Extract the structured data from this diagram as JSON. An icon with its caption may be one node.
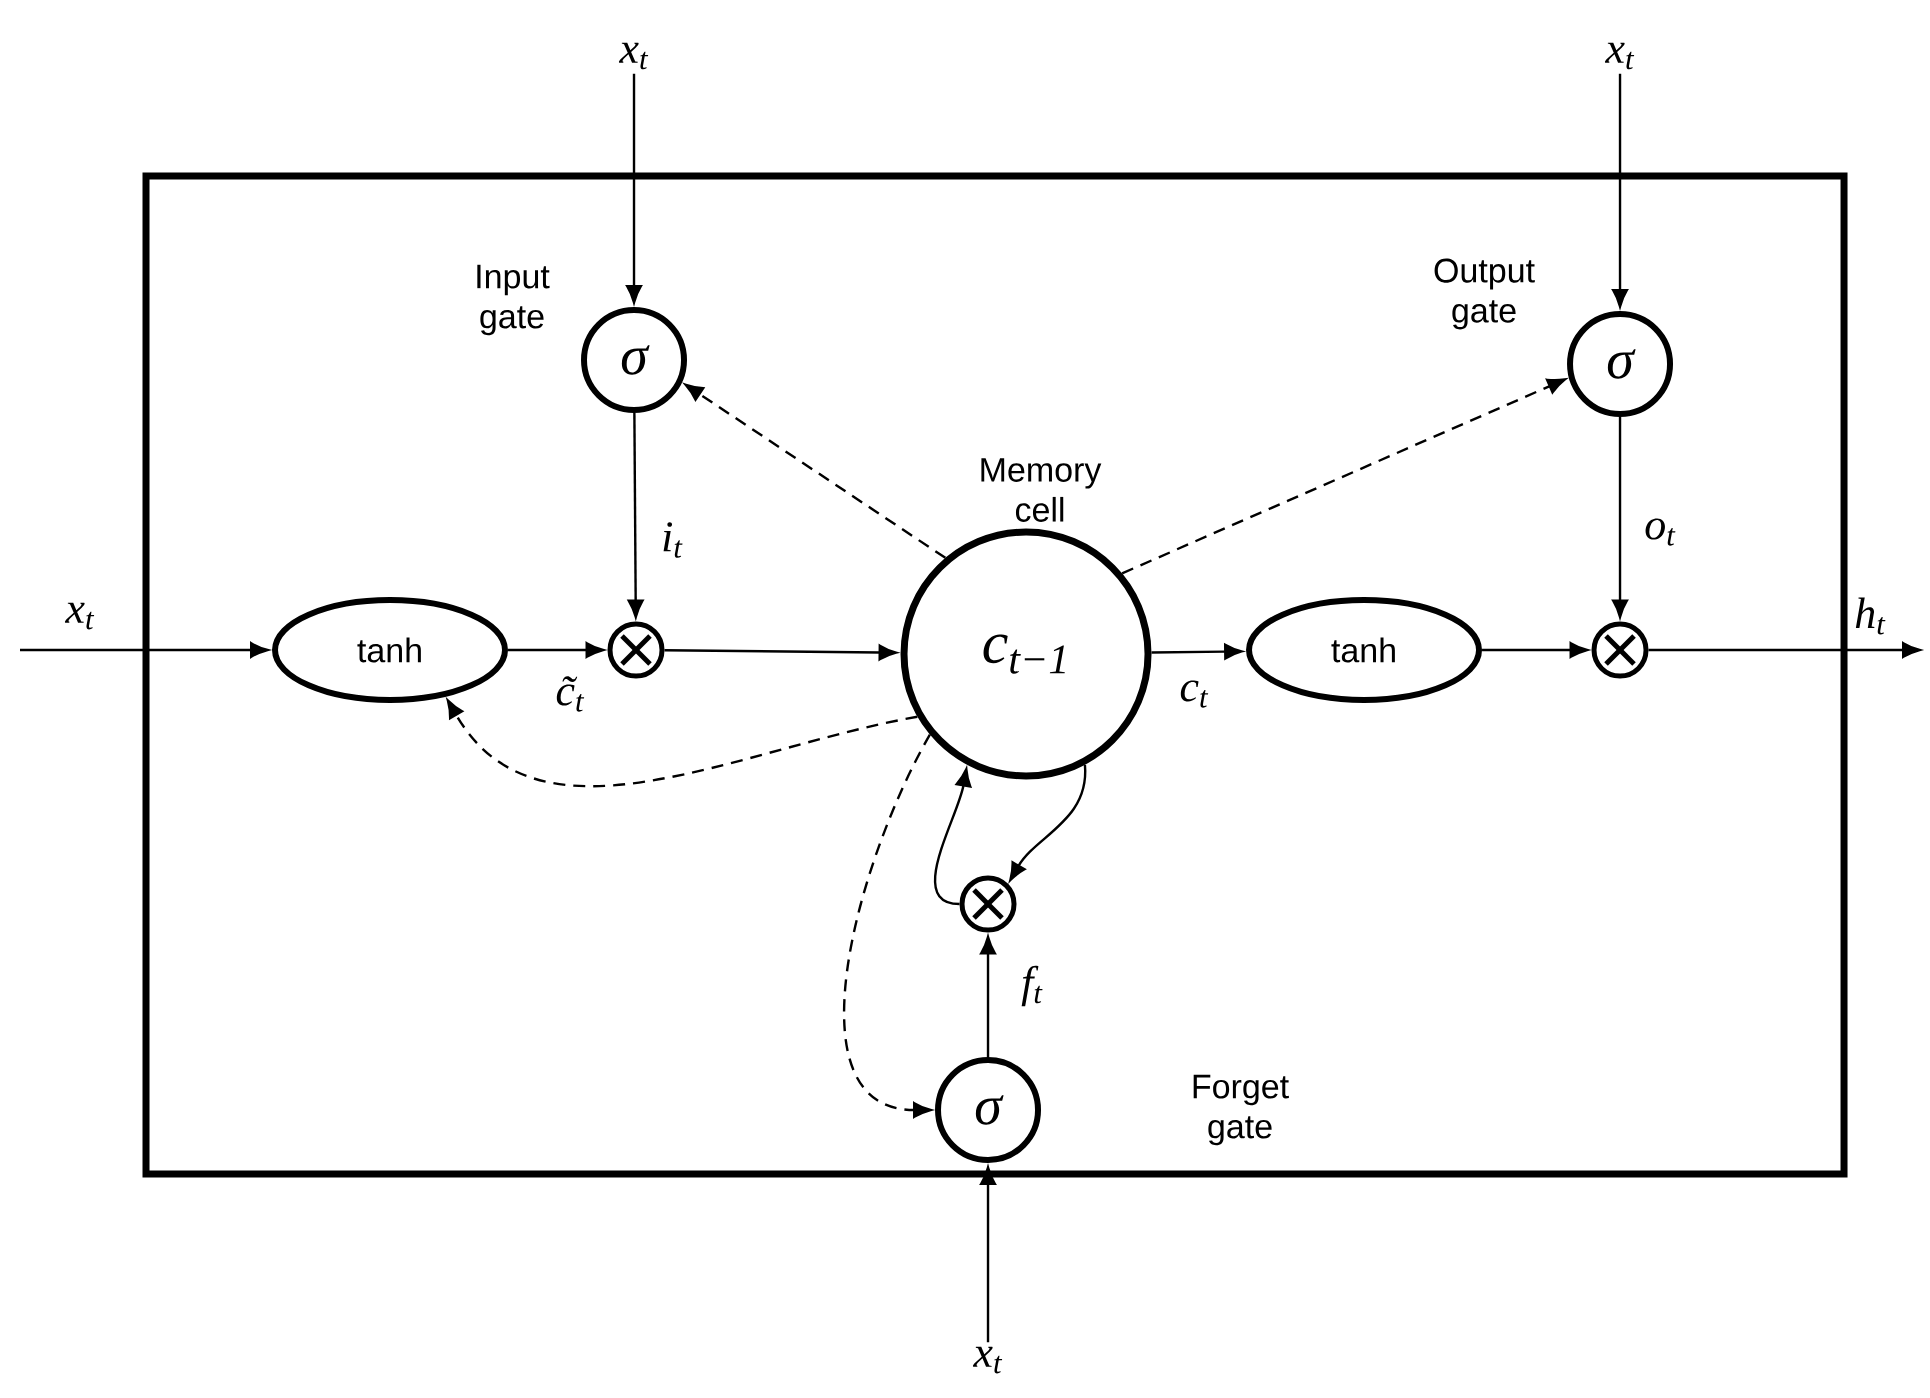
{
  "diagram": {
    "nodes": [
      {
        "text": [
          "Input gate",
          "σ"
        ]
      },
      {
        "text": [
          "Output gate",
          "σ"
        ]
      },
      {
        "text": [
          "σ",
          "Forget gate"
        ]
      },
      {
        "text": [
          "Memory cell",
          "c$_{t−1}$"
        ]
      },
      {
        "text": [
          "tanh"
        ]
      },
      {
        "text": [
          "tanh"
        ]
      },
      {
        "text": [],
        "shape": "circle"
      },
      {
        "text": [],
        "shape": "circle"
      },
      {
        "text": [],
        "shape": "circle"
      },
      {
        "text": [
          "x$_{t}$"
        ]
      },
      {
        "text": [
          "x$_{t}$"
        ]
      },
      {
        "text": [
          "x$_{t}$"
        ]
      }
    ],
    "edges": [
      {
        "from": 9,
        "to": 0,
        "arrow": "to"
      },
      {
        "from": 10,
        "to": 1,
        "arrow": "to"
      },
      {
        "from": 11,
        "to": 2,
        "arrow": "to"
      },
      {
        "from": null,
        "to": 4,
        "arrow": "to",
        "label": "x$_{t}$"
      },
      {
        "from": 4,
        "to": 6,
        "arrow": "to",
        "label": "c̃$_{t}$"
      },
      {
        "from": 0,
        "to": 6,
        "arrow": "to",
        "label": "i$_{t}$"
      },
      {
        "from": 6,
        "to": 3,
        "arrow": "to"
      },
      {
        "from": 3,
        "to": 5,
        "arrow": "to",
        "label": "c$_{t}$"
      },
      {
        "from": 5,
        "to": 7,
        "arrow": "to"
      },
      {
        "from": 1,
        "to": 7,
        "arrow": "to",
        "label": "o$_{t}$"
      },
      {
        "from": 7,
        "to": null,
        "arrow": "to",
        "label": "h$_{t}$"
      },
      {
        "from": 2,
        "to": 8,
        "arrow": "to",
        "label": "f$_{t}$"
      },
      {
        "from": 8,
        "to": 3,
        "arrow": "to"
      },
      {
        "from": 3,
        "to": 8,
        "arrow": "to"
      },
      {
        "from": 3,
        "to": 0,
        "arrow": "to",
        "style": "dashed"
      },
      {
        "from": 3,
        "to": 1,
        "arrow": "to",
        "style": "dashed"
      },
      {
        "from": 3,
        "to": 4,
        "arrow": "to",
        "style": "dashed"
      },
      {
        "from": 3,
        "to": 2,
        "arrow": "to",
        "style": "dashed"
      }
    ]
  }
}
